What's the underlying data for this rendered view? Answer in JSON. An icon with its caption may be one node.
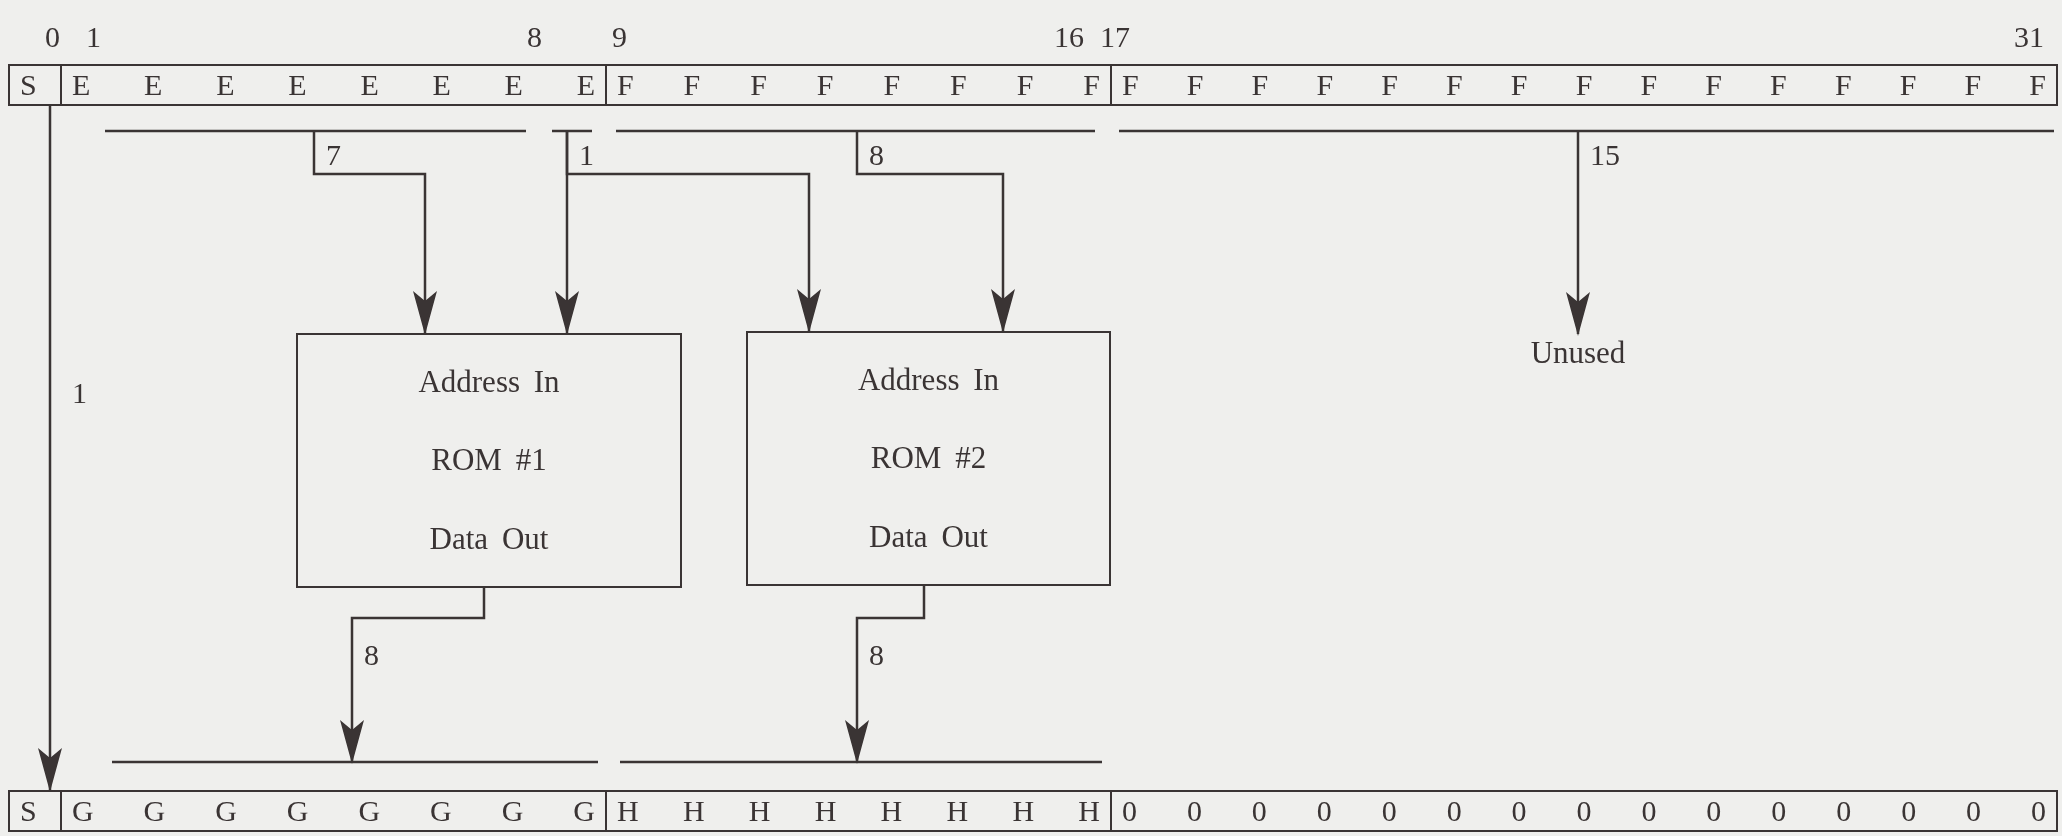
{
  "diagram": {
    "nodes": [
      {
        "text": [
          "S"
        ]
      },
      {
        "text": [
          "E E E E E E E E"
        ]
      },
      {
        "text": [
          "F F F F F F F F"
        ]
      },
      {
        "text": [
          "F F F F F F F F F F F F F F F"
        ]
      },
      {
        "text": [
          "Address In",
          "ROM #1",
          "Data Out"
        ]
      },
      {
        "text": [
          "Address In",
          "ROM #2",
          "Data Out"
        ]
      },
      {
        "text": [
          "Unused"
        ]
      },
      {
        "text": [
          "S"
        ]
      },
      {
        "text": [
          "G G G G G G G G"
        ]
      },
      {
        "text": [
          "H H H H H H H H"
        ]
      },
      {
        "text": [
          "0 0 0 0 0 0 0 0 0 0 0 0 0 0 0"
        ]
      }
    ],
    "edges": [
      {
        "from": 0,
        "to": 7,
        "label": "1",
        "arrow": "to"
      },
      {
        "from": 1,
        "to": 4,
        "label": "7",
        "arrow": "to"
      },
      {
        "from": 1,
        "to": 4,
        "label": "1",
        "arrow": "to"
      },
      {
        "from": 1,
        "to": 5,
        "arrow": "to"
      },
      {
        "from": 2,
        "to": 5,
        "label": "8",
        "arrow": "to"
      },
      {
        "from": 3,
        "to": 6,
        "label": "15",
        "arrow": "to"
      },
      {
        "from": 4,
        "to": 8,
        "label": "8",
        "arrow": "to"
      },
      {
        "from": 5,
        "to": 9,
        "label": "8",
        "arrow": "to"
      }
    ],
    "labels": [
      "0",
      "1",
      "8",
      "9",
      "16",
      "17",
      "31"
    ]
  }
}
